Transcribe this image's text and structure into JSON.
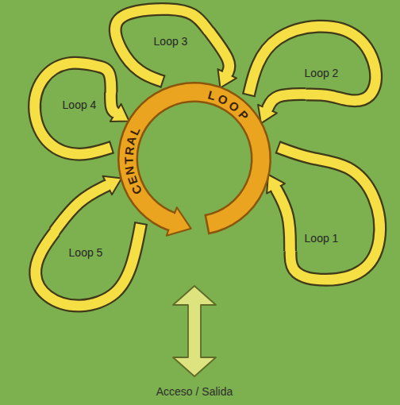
{
  "diagram": {
    "nodes": [
      {
        "text": [
          "Loop 3"
        ]
      },
      {
        "text": [
          "Loop 2"
        ]
      },
      {
        "text": [
          "CENTRAL",
          "LOOP"
        ]
      },
      {
        "text": [
          "Loop 4"
        ]
      },
      {
        "text": [
          "Loop 1"
        ]
      },
      {
        "text": [
          "Loop 5"
        ]
      }
    ],
    "edges": [
      {
        "from": 0,
        "to": 2,
        "arrow": "to"
      },
      {
        "from": 1,
        "to": 2,
        "arrow": "to"
      },
      {
        "from": 3,
        "to": 2,
        "arrow": "to"
      },
      {
        "from": 4,
        "to": 2,
        "arrow": "to"
      },
      {
        "from": 5,
        "to": 2,
        "arrow": "to"
      }
    ],
    "labels": [
      "Acceso / Salida"
    ]
  }
}
